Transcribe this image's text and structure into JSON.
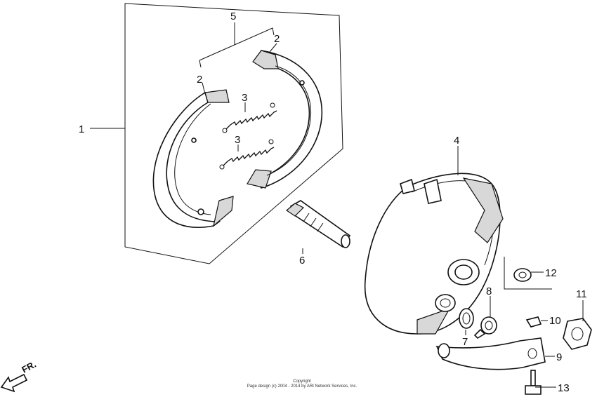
{
  "callouts": {
    "c1": "1",
    "c2a": "2",
    "c2b": "2",
    "c3a": "3",
    "c3b": "3",
    "c4": "4",
    "c5": "5",
    "c6": "6",
    "c7": "7",
    "c8": "8",
    "c9": "9",
    "c10": "10",
    "c11": "11",
    "c12": "12",
    "c13": "13"
  },
  "direction_label": "FR.",
  "copyright": {
    "line1": "Copyright",
    "line2": "Page design (c) 2004 - 2014 by ARI Network Services, Inc."
  }
}
